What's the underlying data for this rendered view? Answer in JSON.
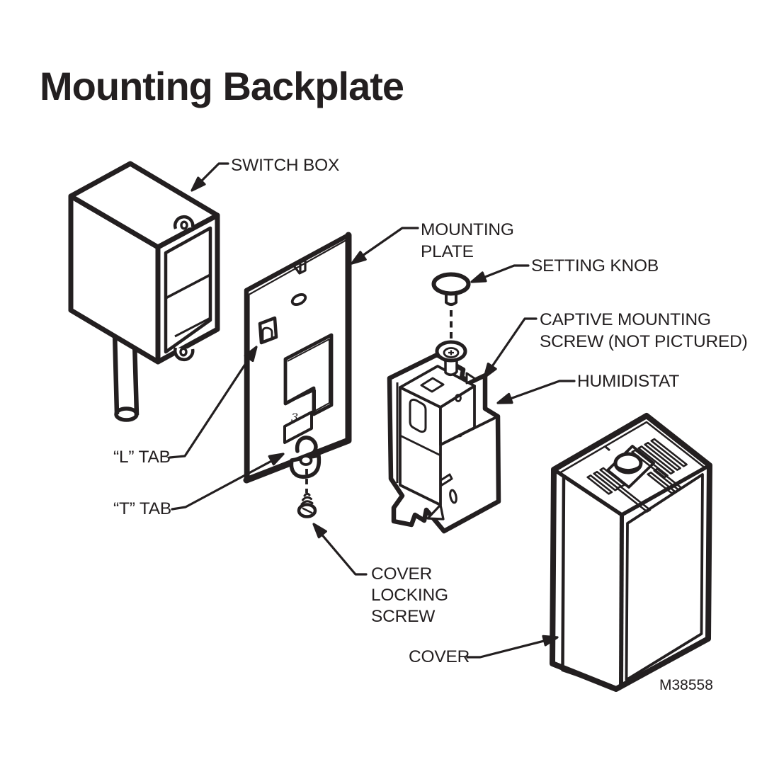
{
  "title": "Mounting Backplate",
  "figure_ref": "M38558",
  "plate_marking": "3",
  "colors": {
    "ink": "#231f20",
    "background": "#ffffff"
  },
  "labels": {
    "switch_box": "SWITCH BOX",
    "mounting_plate": "MOUNTING\nPLATE",
    "setting_knob": "SETTING KNOB",
    "captive_mounting_screw": "CAPTIVE MOUNTING\nSCREW (NOT PICTURED)",
    "humidistat": "HUMIDISTAT",
    "l_tab": "“L” TAB",
    "t_tab": "“T” TAB",
    "cover_locking_screw": "COVER\nLOCKING\nSCREW",
    "cover": "COVER"
  }
}
